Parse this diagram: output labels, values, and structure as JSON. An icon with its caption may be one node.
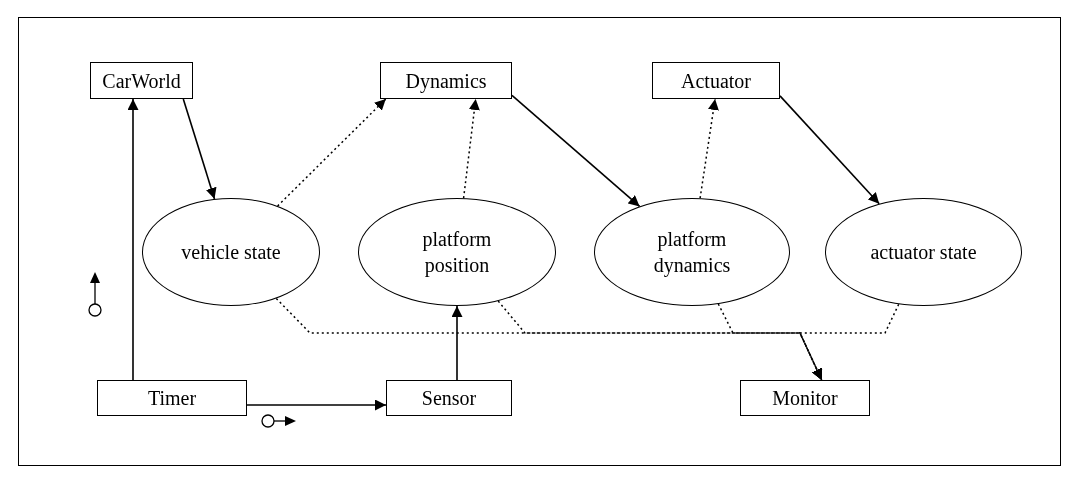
{
  "diagram": {
    "nodes": [
      {
        "text": [
          "CarWorld"
        ]
      },
      {
        "text": [
          "Dynamics"
        ]
      },
      {
        "text": [
          "Actuator"
        ]
      },
      {
        "text": [
          "vehicle state"
        ]
      },
      {
        "text": [
          "platform position"
        ]
      },
      {
        "text": [
          "platform dynamics"
        ]
      },
      {
        "text": [
          "actuator state"
        ]
      },
      {
        "text": [
          "Timer"
        ]
      },
      {
        "text": [
          "Sensor"
        ]
      },
      {
        "text": [
          "Monitor"
        ]
      }
    ],
    "edges": [
      {
        "from": 0,
        "to": 3,
        "arrow": "to"
      },
      {
        "from": 3,
        "to": 1,
        "arrow": "to",
        "style": "dashed"
      },
      {
        "from": 4,
        "to": 1,
        "arrow": "to",
        "style": "dashed"
      },
      {
        "from": 1,
        "to": 5,
        "arrow": "to"
      },
      {
        "from": 5,
        "to": 2,
        "arrow": "to",
        "style": "dashed"
      },
      {
        "from": 2,
        "to": 6,
        "arrow": "to"
      },
      {
        "from": 7,
        "to": 0,
        "arrow": "to"
      },
      {
        "from": 7,
        "to": 8,
        "arrow": "to"
      },
      {
        "from": 8,
        "to": 4,
        "arrow": "to"
      },
      {
        "from": 3,
        "to": 9,
        "arrow": "to",
        "style": "dashed"
      },
      {
        "from": 4,
        "to": 9,
        "arrow": "to",
        "style": "dashed"
      },
      {
        "from": 5,
        "to": 9,
        "arrow": "to",
        "style": "dashed"
      },
      {
        "from": 6,
        "to": 9,
        "arrow": "to",
        "style": "dashed"
      }
    ]
  }
}
